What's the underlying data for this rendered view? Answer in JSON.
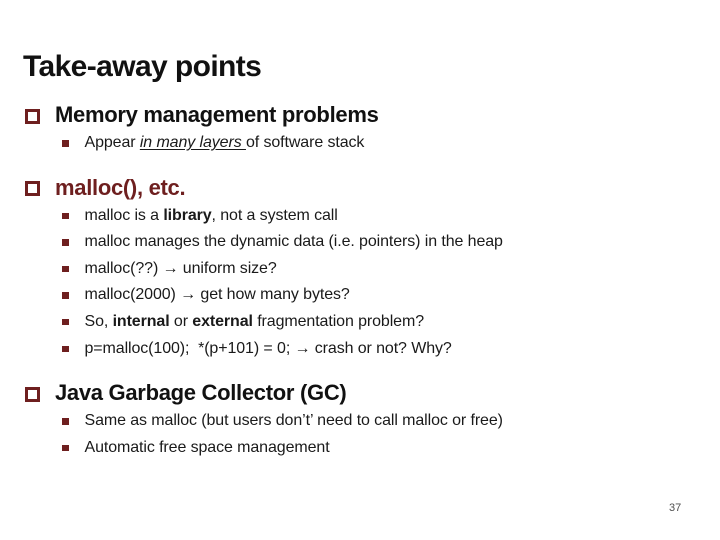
{
  "slide": {
    "title": "Take-away points",
    "page_number": "37",
    "colors": {
      "maroon": "#6e1f1f",
      "text_black": "#111111",
      "background": "#ffffff",
      "page_number_gray": "#4f4f4f"
    },
    "icons": {
      "level1_bullet": "hollow-square-bullet",
      "level2_bullet": "filled-square-bullet",
      "arrow": "right-arrow"
    },
    "sections": [
      {
        "heading": {
          "color": "black",
          "segments": [
            {
              "text": "Memory management problems"
            }
          ]
        },
        "items": [
          {
            "segments": [
              {
                "text": "Appear "
              },
              {
                "text": "in many layers ",
                "style": "italic-underline"
              },
              {
                "text": "of software stack"
              }
            ]
          }
        ]
      },
      {
        "heading": {
          "color": "maroon",
          "segments": [
            {
              "text": "malloc(), etc."
            }
          ]
        },
        "items": [
          {
            "segments": [
              {
                "text": "malloc is a "
              },
              {
                "text": "library",
                "style": "bold"
              },
              {
                "text": ", not a system call"
              }
            ]
          },
          {
            "segments": [
              {
                "text": "malloc manages the dynamic data (i.e. pointers) in the heap"
              }
            ]
          },
          {
            "segments": [
              {
                "text": "malloc(??) "
              },
              {
                "text": "→",
                "style": "arrow"
              },
              {
                "text": " uniform size?"
              }
            ]
          },
          {
            "segments": [
              {
                "text": "malloc(2000) "
              },
              {
                "text": "→",
                "style": "arrow"
              },
              {
                "text": " get how many bytes?"
              }
            ]
          },
          {
            "segments": [
              {
                "text": "So, "
              },
              {
                "text": "internal",
                "style": "bold"
              },
              {
                "text": " or "
              },
              {
                "text": "external",
                "style": "bold"
              },
              {
                "text": " fragmentation problem?"
              }
            ]
          },
          {
            "segments": [
              {
                "text": "p=malloc(100);  *(p+101) = 0; "
              },
              {
                "text": "→",
                "style": "arrow"
              },
              {
                "text": " crash or not? Why?"
              }
            ]
          }
        ]
      },
      {
        "heading": {
          "color": "black",
          "segments": [
            {
              "text": "Java Garbage Collector (GC)"
            }
          ]
        },
        "items": [
          {
            "segments": [
              {
                "text": "Same as malloc (but users don’t’ need to call malloc or free)"
              }
            ]
          },
          {
            "segments": [
              {
                "text": "Automatic free space management"
              }
            ]
          }
        ]
      }
    ]
  }
}
